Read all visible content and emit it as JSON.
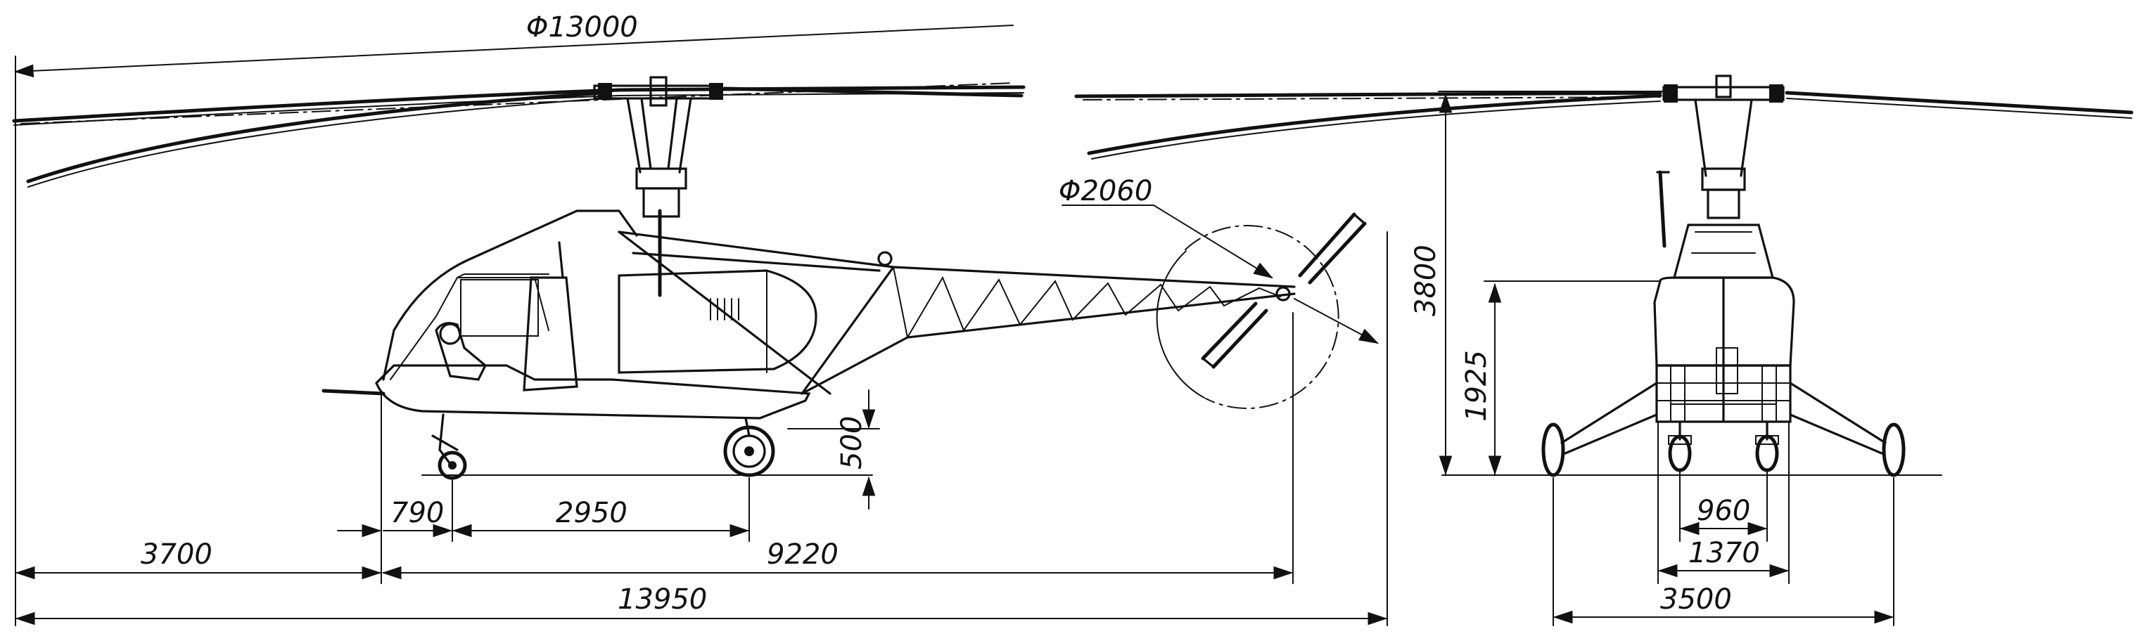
{
  "dimensions": {
    "rotor_diameter": "Φ13000",
    "tail_rotor_diameter": "Φ2060",
    "front_overhang": "790",
    "wheelbase": "2950",
    "wheel_height": "500",
    "nose_to_rotor": "3700",
    "rotor_to_tail": "9220",
    "overall_length": "13950",
    "overall_height": "3800",
    "hub_height": "1925",
    "inner_track": "960",
    "mid_track": "1370",
    "outer_track": "3500"
  },
  "colors": {
    "ink": "#111111",
    "paper": "#ffffff"
  }
}
